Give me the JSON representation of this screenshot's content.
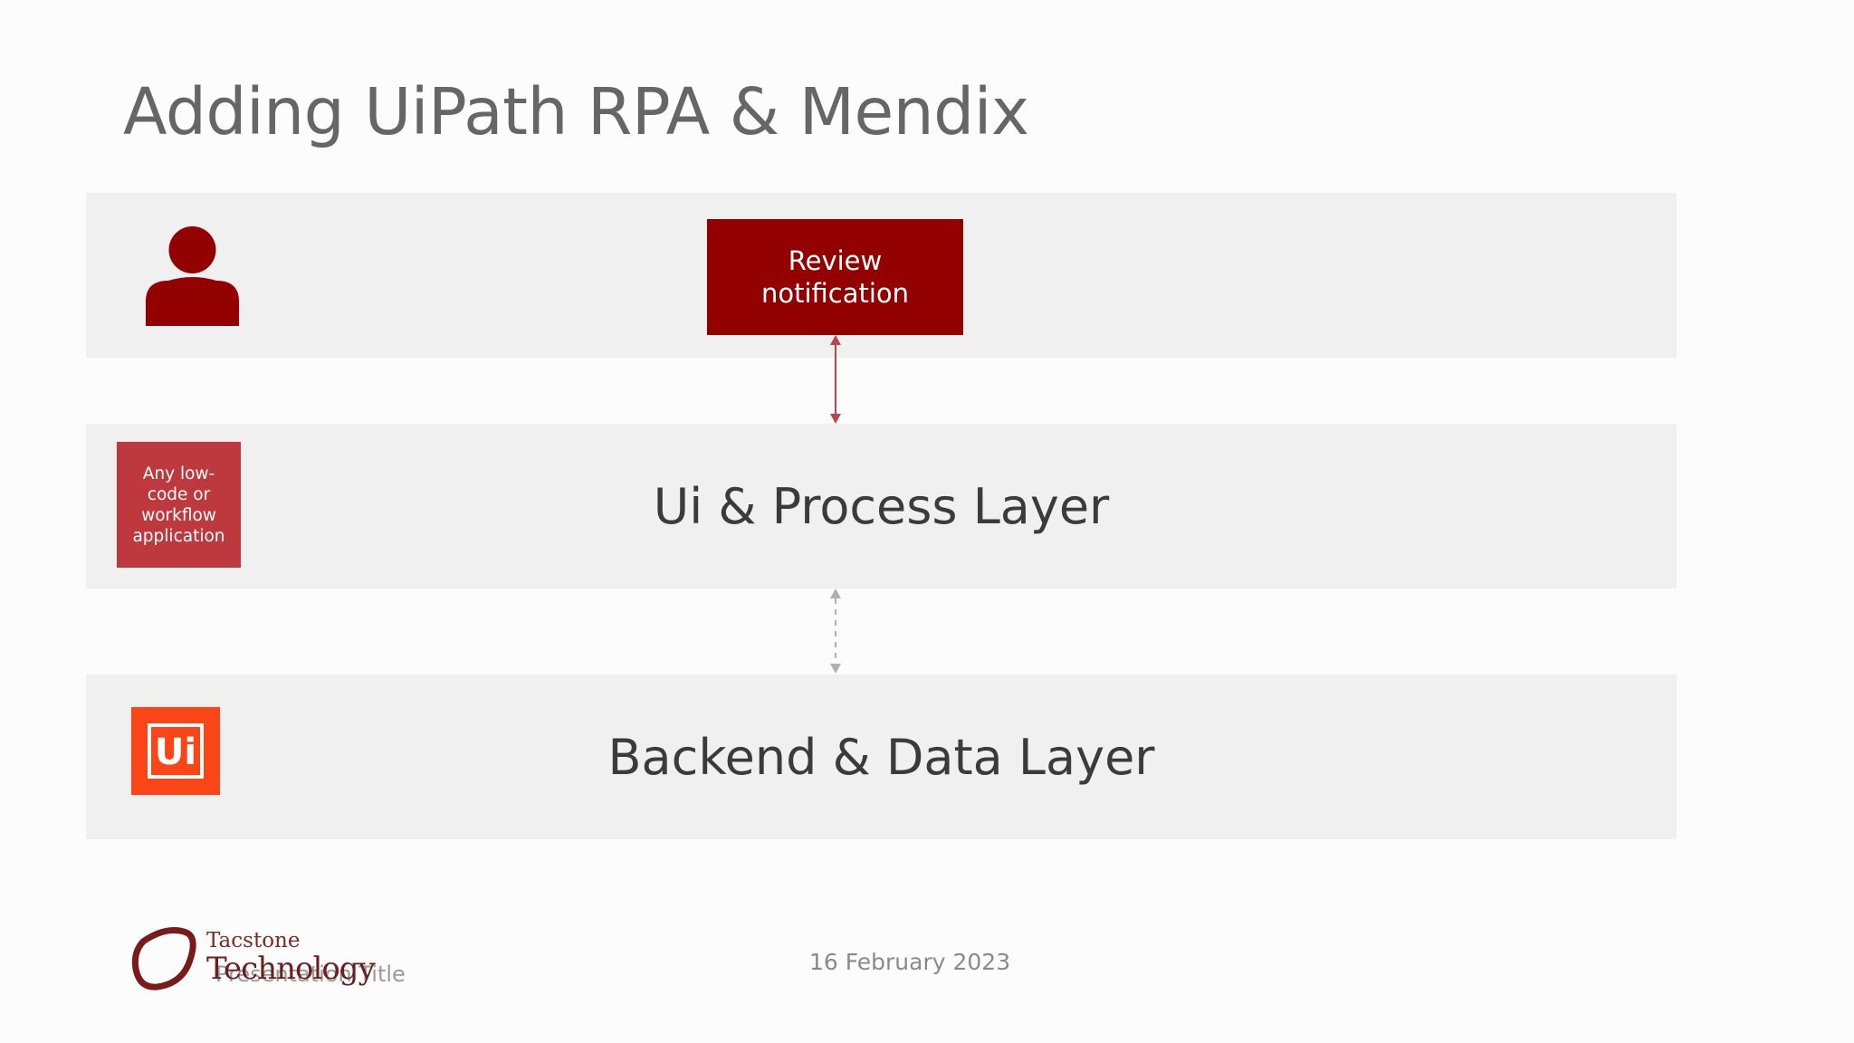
{
  "slide": {
    "title": "Adding UiPath RPA & Mendix"
  },
  "layers": {
    "user": {
      "icon": "person-icon",
      "action_box": "Review notification"
    },
    "ui_process": {
      "label": "Ui & Process Layer",
      "app_box": "Any low-code or workflow application"
    },
    "backend": {
      "label": "Backend & Data Layer",
      "icon": "uipath-logo-icon",
      "icon_text": "Ui"
    }
  },
  "connectors": {
    "user_to_ui": "solid-bidirectional",
    "ui_to_backend": "dashed-bidirectional"
  },
  "footer": {
    "brand_line1": "Tacstone",
    "brand_line2": "Technology",
    "ghost_text": "Presentation Title",
    "date": "16 February 2023"
  },
  "colors": {
    "dark_red": "#920000",
    "red": "#bd393e",
    "uipath_orange": "#fa4616",
    "band_gray": "#f0f0f1",
    "connector_red": "#b8444c",
    "connector_gray": "#b0b0b0"
  }
}
